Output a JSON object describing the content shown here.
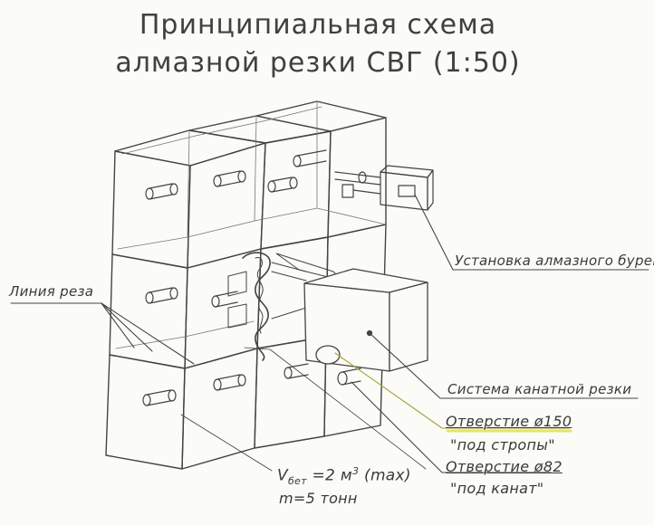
{
  "title": {
    "line1": "Принципиальная схема",
    "line2": "алмазной резки СВГ (1:50)"
  },
  "labels": {
    "cut_line": "Линия реза",
    "drilling_unit": "Установка алмазного бурения",
    "wire_saw": "Система канатной резки",
    "hole_150": "Отверстие ø150",
    "hole_150_note": "\"под стропы\"",
    "hole_82": "Отверстие ø82",
    "hole_82_note": "\"под канат\"",
    "volume_prefix": "V",
    "volume_sub": "бет",
    "volume_mid": " =2 м",
    "volume_sup": "3",
    "volume_suffix": " (max)",
    "mass": "m=5 тонн"
  },
  "colors": {
    "ink": "#3a3a3a",
    "paper": "#fbfbf8",
    "highlight": "#e8e26a"
  }
}
